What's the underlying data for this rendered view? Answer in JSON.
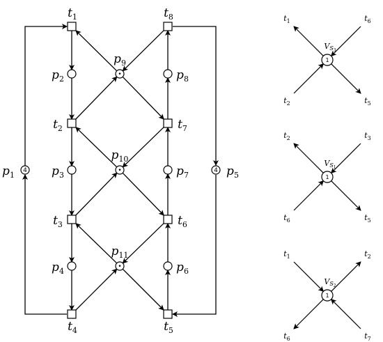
{
  "petri_net": {
    "transitions": [
      {
        "id": "t1",
        "base": "t",
        "sub": "1"
      },
      {
        "id": "t2",
        "base": "t",
        "sub": "2"
      },
      {
        "id": "t3",
        "base": "t",
        "sub": "3"
      },
      {
        "id": "t4",
        "base": "t",
        "sub": "4"
      },
      {
        "id": "t5",
        "base": "t",
        "sub": "5"
      },
      {
        "id": "t6",
        "base": "t",
        "sub": "6"
      },
      {
        "id": "t7",
        "base": "t",
        "sub": "7"
      },
      {
        "id": "t8",
        "base": "t",
        "sub": "8"
      }
    ],
    "places": [
      {
        "id": "p1",
        "base": "p",
        "sub": "1",
        "tokens": "4"
      },
      {
        "id": "p2",
        "base": "p",
        "sub": "2",
        "tokens": ""
      },
      {
        "id": "p3",
        "base": "p",
        "sub": "3",
        "tokens": ""
      },
      {
        "id": "p4",
        "base": "p",
        "sub": "4",
        "tokens": ""
      },
      {
        "id": "p5",
        "base": "p",
        "sub": "5",
        "tokens": "4"
      },
      {
        "id": "p6",
        "base": "p",
        "sub": "6",
        "tokens": ""
      },
      {
        "id": "p7",
        "base": "p",
        "sub": "7",
        "tokens": ""
      },
      {
        "id": "p8",
        "base": "p",
        "sub": "8",
        "tokens": ""
      },
      {
        "id": "p9",
        "base": "p",
        "sub": "9",
        "tokens": "•"
      },
      {
        "id": "p10",
        "base": "p",
        "sub": "10",
        "tokens": "•"
      },
      {
        "id": "p11",
        "base": "p",
        "sub": "11",
        "tokens": "•"
      }
    ],
    "arcs": [
      [
        "p1",
        "t1"
      ],
      [
        "t1",
        "p2"
      ],
      [
        "p2",
        "t2"
      ],
      [
        "t2",
        "p3"
      ],
      [
        "p3",
        "t3"
      ],
      [
        "t3",
        "p4"
      ],
      [
        "p4",
        "t4"
      ],
      [
        "t4",
        "p1"
      ],
      [
        "t8",
        "p5"
      ],
      [
        "p5",
        "t5"
      ],
      [
        "t5",
        "p6"
      ],
      [
        "p6",
        "t6"
      ],
      [
        "t6",
        "p7"
      ],
      [
        "p7",
        "t7"
      ],
      [
        "t7",
        "p8"
      ],
      [
        "p8",
        "t8"
      ],
      [
        "p9",
        "t1"
      ],
      [
        "t8",
        "p9"
      ],
      [
        "p9",
        "t7"
      ],
      [
        "t2",
        "p9"
      ],
      [
        "p10",
        "t2"
      ],
      [
        "t7",
        "p10"
      ],
      [
        "p10",
        "t6"
      ],
      [
        "t3",
        "p10"
      ],
      [
        "p11",
        "t3"
      ],
      [
        "t6",
        "p11"
      ],
      [
        "p11",
        "t5"
      ],
      [
        "t4",
        "p11"
      ]
    ]
  },
  "vs_nodes": [
    {
      "id": "vs3",
      "label_base": "V",
      "label_sub_base": "S",
      "label_sub_sub": "3",
      "tokens": "1",
      "top_left": "t1",
      "top_right": "t6",
      "bottom_left": "t2",
      "bottom_right": "t5",
      "in_from": [
        "top_right",
        "bottom_left"
      ],
      "out_to": [
        "top_left",
        "bottom_right"
      ]
    },
    {
      "id": "vs1",
      "label_base": "V",
      "label_sub_base": "S",
      "label_sub_sub": "1",
      "tokens": "1",
      "top_left": "t2",
      "top_right": "t3",
      "bottom_left": "t6",
      "bottom_right": "t5",
      "in_from": [
        "top_right",
        "bottom_left"
      ],
      "out_to": [
        "top_left",
        "bottom_right"
      ]
    },
    {
      "id": "vs2",
      "label_base": "V",
      "label_sub_base": "S",
      "label_sub_sub": "2",
      "tokens": "1",
      "top_left": "t1",
      "top_right": "t2",
      "bottom_left": "t6",
      "bottom_right": "t7",
      "in_from": [
        "top_left",
        "bottom_right"
      ],
      "out_to": [
        "top_right",
        "bottom_left"
      ]
    }
  ]
}
